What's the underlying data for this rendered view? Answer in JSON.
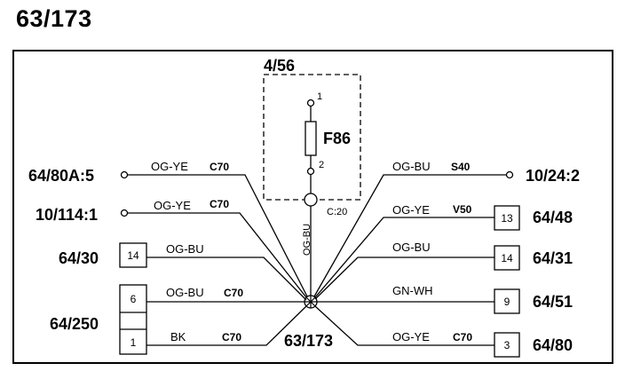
{
  "page_title": "63/173",
  "fuse_box": {
    "ref": "4/56",
    "fuse_label": "F86",
    "pin1": "1",
    "pin2": "2",
    "connector": "C:20",
    "wire_color": "OG-BU"
  },
  "junction": {
    "label": "63/173"
  },
  "left_wires": [
    {
      "dest": "64/80A:5",
      "color": "OG-YE",
      "code": "C70"
    },
    {
      "dest": "10/114:1",
      "color": "OG-YE",
      "code": "C70"
    },
    {
      "dest": "64/30",
      "pin": "14",
      "color": "OG-BU",
      "code": ""
    },
    {
      "pin": "6",
      "color": "OG-BU",
      "code": "C70"
    },
    {
      "pin": "1",
      "color": "BK",
      "code": "C70"
    }
  ],
  "left_group_label": "64/250",
  "right_wires": [
    {
      "dest": "10/24:2",
      "color": "OG-BU",
      "code": "S40"
    },
    {
      "dest": "64/48",
      "pin": "13",
      "color": "OG-YE",
      "code": "V50"
    },
    {
      "dest": "64/31",
      "pin": "14",
      "color": "OG-BU",
      "code": ""
    },
    {
      "dest": "64/51",
      "pin": "9",
      "color": "GN-WH",
      "code": ""
    },
    {
      "dest": "64/80",
      "pin": "3",
      "color": "OG-YE",
      "code": "C70"
    }
  ]
}
